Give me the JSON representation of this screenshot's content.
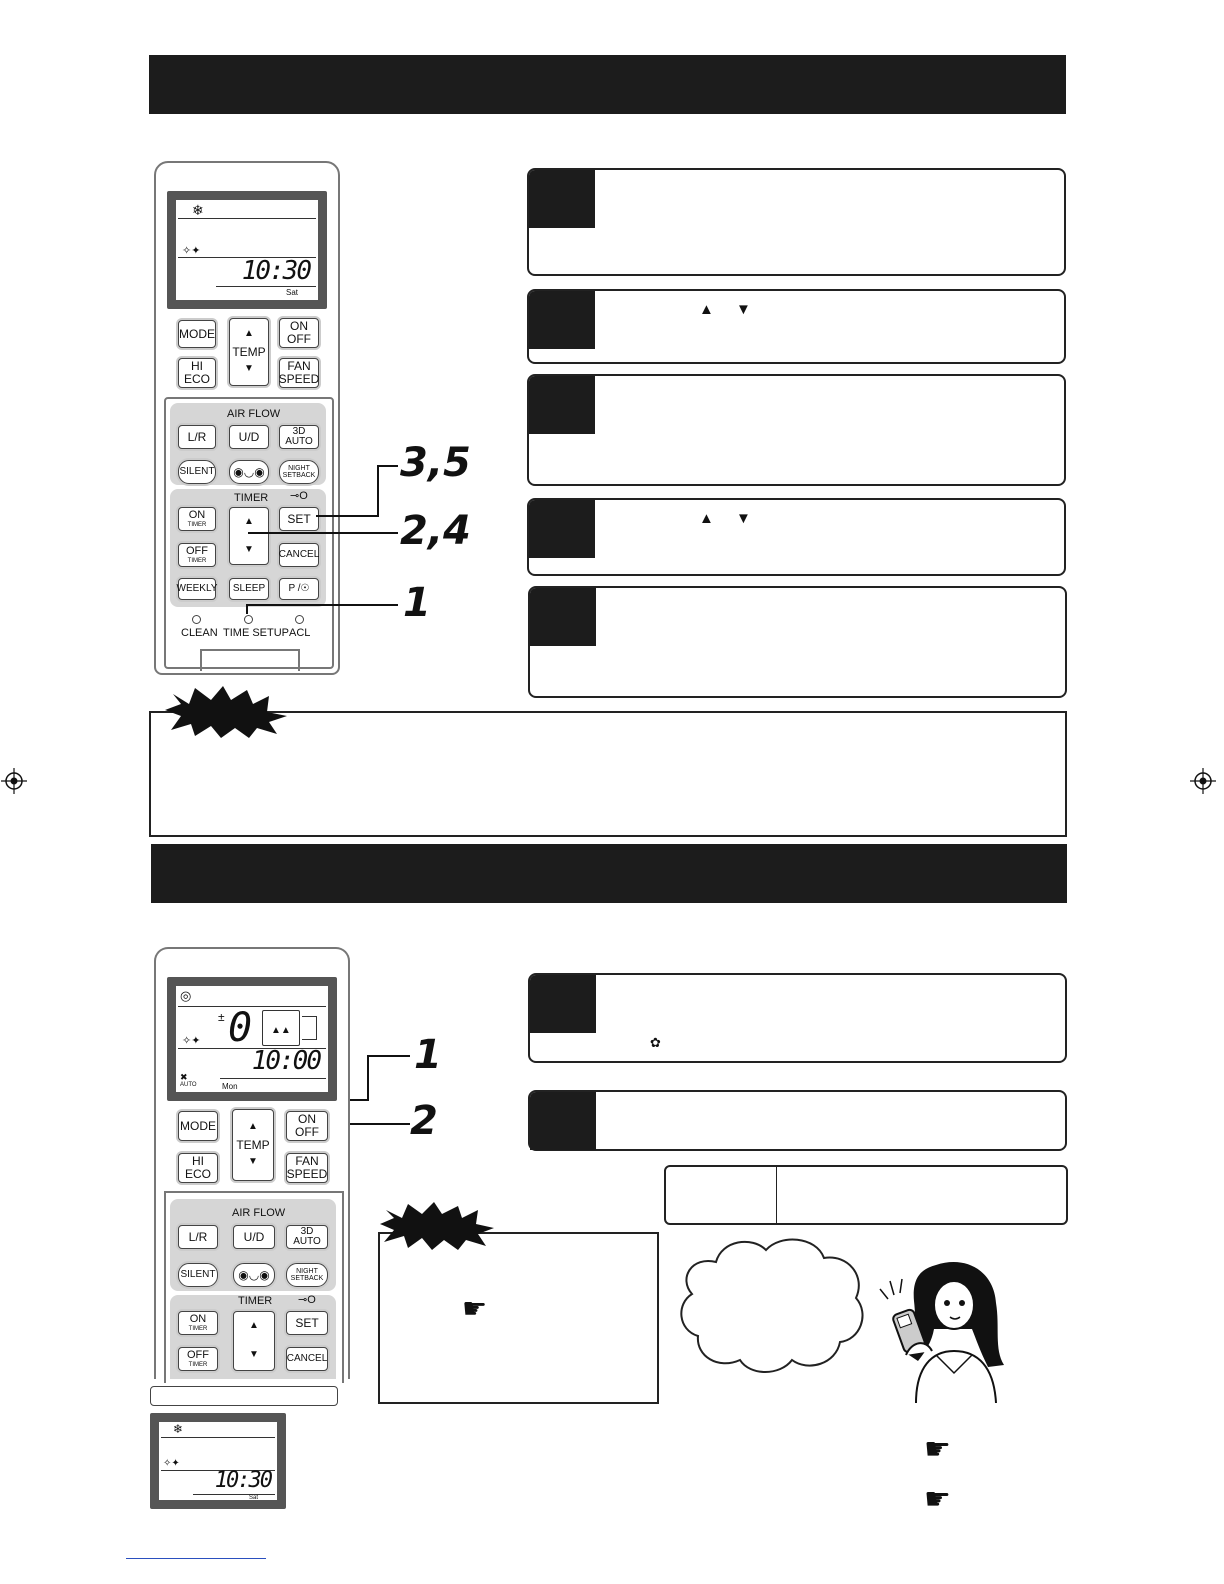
{
  "remote1": {
    "display": {
      "clock": "10:30",
      "day": "Sat"
    },
    "buttons": {
      "mode": "MODE",
      "temp": "TEMP",
      "on_off": [
        "ON",
        "OFF"
      ],
      "hi_eco": [
        "HI",
        "ECO"
      ],
      "fan_speed": [
        "FAN",
        "SPEED"
      ],
      "air_flow": "AIR FLOW",
      "lr": "L/R",
      "ud": "U/D",
      "auto3d": "3D AUTO",
      "silent": "SILENT",
      "night_setback": [
        "NIGHT",
        "SETBACK"
      ],
      "timer": "TIMER",
      "on_timer": [
        "ON",
        "TIMER"
      ],
      "set": "SET",
      "off_timer": [
        "OFF",
        "TIMER"
      ],
      "cancel": "CANCEL",
      "weekly": "WEEKLY",
      "sleep": "SLEEP",
      "p": "P /",
      "clean": "CLEAN",
      "time_setup": "TIME SETUP",
      "acl": "ACL"
    },
    "callouts": {
      "c35": "3,5",
      "c24": "2,4",
      "c1": "1"
    }
  },
  "remote2": {
    "display": {
      "temp_offset": "±",
      "temp_value": "0",
      "clock": "10:00",
      "day": "Mon",
      "fan": "AUTO"
    },
    "buttons": {
      "mode": "MODE",
      "temp": "TEMP",
      "on_off": [
        "ON",
        "OFF"
      ],
      "hi_eco": [
        "HI",
        "ECO"
      ],
      "fan_speed": [
        "FAN",
        "SPEED"
      ],
      "air_flow": "AIR FLOW",
      "lr": "L/R",
      "ud": "U/D",
      "auto3d": "3D AUTO",
      "silent": "SILENT",
      "night_setback": [
        "NIGHT",
        "SETBACK"
      ],
      "timer": "TIMER",
      "on_timer": [
        "ON",
        "TIMER"
      ],
      "set": "SET",
      "off_timer": [
        "OFF",
        "TIMER"
      ],
      "cancel": "CANCEL"
    },
    "callouts": {
      "c1": "1",
      "c2": "2"
    }
  },
  "mini_display": {
    "clock": "10:30",
    "day": "Sat"
  },
  "arrows": {
    "up": "▲",
    "down": "▼"
  },
  "colors": {
    "bar": "#1c1c1c",
    "lcd_frame": "#555555",
    "panel_grey": "#d6d6d6"
  }
}
